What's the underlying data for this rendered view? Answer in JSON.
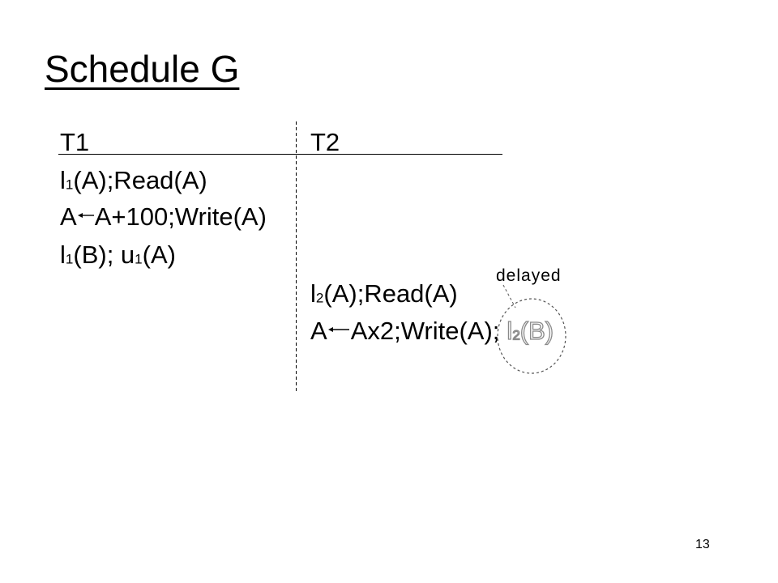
{
  "slide": {
    "title": "Schedule G",
    "page_number": "13"
  },
  "schedule": {
    "headers": {
      "t1": "T1",
      "t2": "T2"
    },
    "t1": {
      "lock_a": {
        "op": "l",
        "txn": "1",
        "rest": "(A);Read(A)"
      },
      "update_a": {
        "target": "A",
        "expr": "A+100;Write(A)"
      },
      "lock_b_unlock_a": {
        "op1": "l",
        "txn1": "1",
        "mid": "(B); u",
        "txn2": "1",
        "rest": "(A)"
      }
    },
    "t2": {
      "lock_a": {
        "op": "l",
        "txn": "2",
        "rest": "(A);Read(A)"
      },
      "update_a": {
        "target": "A",
        "expr": "Ax2;Write(A);",
        "delayed_op": "l",
        "delayed_txn": "2",
        "delayed_rest": "(B)"
      }
    }
  },
  "annotation": {
    "label": "delayed"
  },
  "icons": {
    "assign_arrow": "left-arrow-icon",
    "highlight": "dashed-circle"
  },
  "colors": {
    "background": "#ffffff",
    "text": "#000000",
    "delayed_fill": "#ffffff",
    "delayed_outline": "#8a8a8a",
    "callout": "#555555"
  }
}
